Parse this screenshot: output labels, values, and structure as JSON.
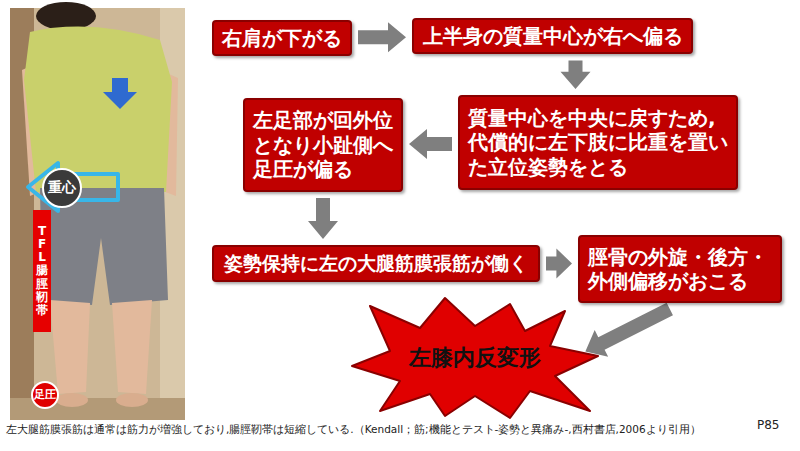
{
  "diagram": {
    "caption": "左大腿筋膜張筋は通常は筋力が増強しており,腸脛靭帯は短縮している.（Kendall；筋;機能とテスト-姿勢と異痛み-,西村書店,2006より引用）",
    "nodes": [
      {
        "text": [
          "右肩が下がる"
        ]
      },
      {
        "text": [
          "上半身の質量中心が右へ偏る"
        ]
      },
      {
        "text": [
          "質量中心を中央に戻すため,代償的に左下肢に比重を置いた立位姿勢をとる"
        ]
      },
      {
        "text": [
          "左足部が回外位となり小趾側へ足圧が偏る"
        ]
      },
      {
        "text": [
          "姿勢保持に左の大腿筋膜張筋が働く"
        ]
      },
      {
        "text": [
          "脛骨の外旋・後方・外側偏移がおこる"
        ]
      },
      {
        "text": [
          "左膝内反変形"
        ]
      },
      {
        "text": [
          "重心"
        ]
      },
      {
        "text": [
          "TFL 腸脛靭帯"
        ]
      },
      {
        "text": [
          "足圧"
        ]
      }
    ],
    "edges": [
      {
        "from": 0,
        "to": 1,
        "arrow": "to"
      },
      {
        "from": 1,
        "to": 2,
        "arrow": "to"
      },
      {
        "from": 2,
        "to": 3,
        "arrow": "to"
      },
      {
        "from": 3,
        "to": 4,
        "arrow": "to"
      },
      {
        "from": 4,
        "to": 5,
        "arrow": "to"
      },
      {
        "from": 5,
        "to": 6,
        "arrow": "to"
      }
    ],
    "labels": [
      "P85"
    ]
  }
}
